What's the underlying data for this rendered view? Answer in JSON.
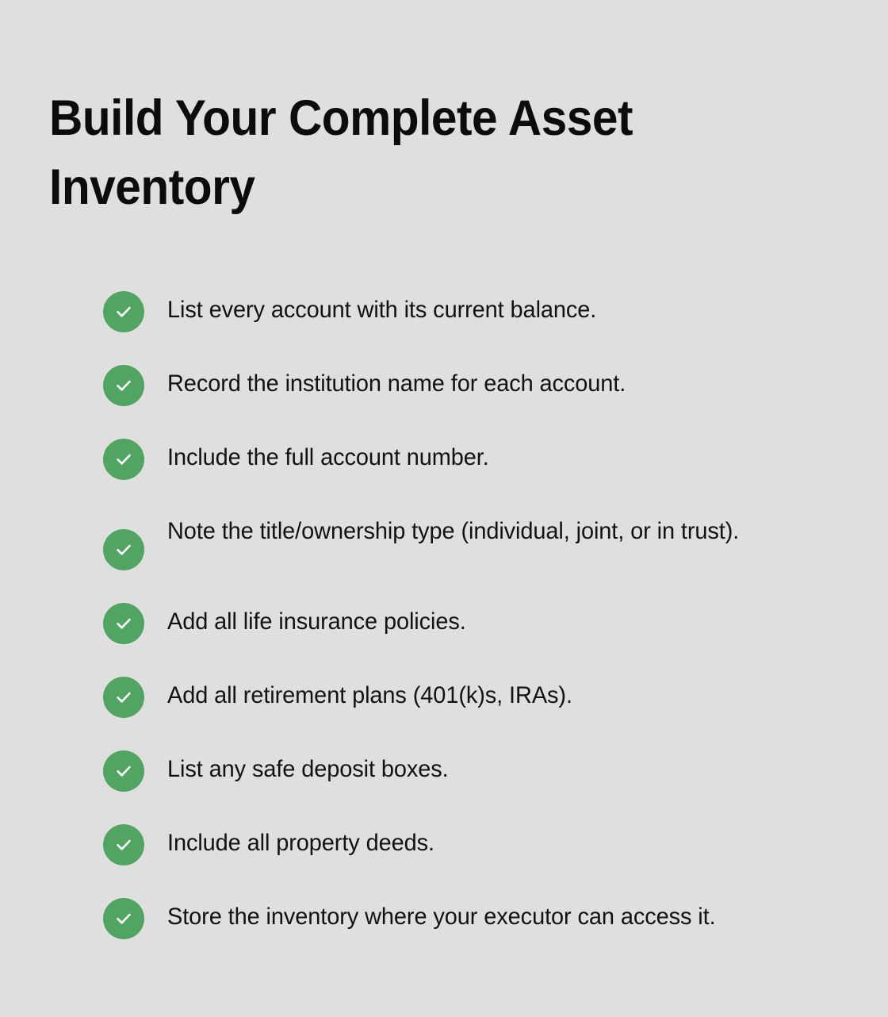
{
  "page": {
    "background_color": "#dedfde",
    "text_color": "#121212",
    "accent_color": "#52a463",
    "check_icon_color": "#ffffff"
  },
  "headline": "Build Your Complete Asset Inventory",
  "checklist": {
    "icon_name": "check-circle-icon",
    "items": [
      {
        "text": "List every account with its current balance."
      },
      {
        "text": "Record the institution name for each account."
      },
      {
        "text": "Include the full account number."
      },
      {
        "text": "Note the title/ownership type (individual, joint, or in trust)."
      },
      {
        "text": "Add all life insurance policies."
      },
      {
        "text": "Add all retirement plans (401(k)s, IRAs)."
      },
      {
        "text": "List any safe deposit boxes."
      },
      {
        "text": "Include all property deeds."
      },
      {
        "text": "Store the inventory where your executor can access it."
      }
    ]
  }
}
